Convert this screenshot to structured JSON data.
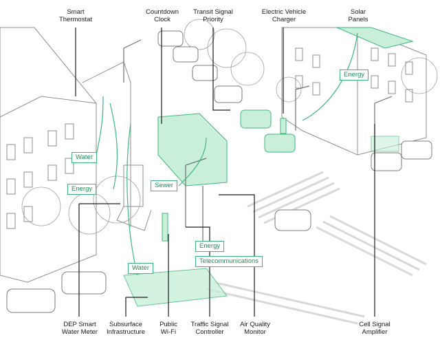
{
  "colors": {
    "accent": "#3bb77e",
    "accent_text": "#1f8f5a",
    "accent_fill": "#c9efd9",
    "line_art": "#9a9a9a",
    "label_text": "#1a1a1a"
  },
  "top_labels": {
    "smart_thermostat": "Smart\nThermostat",
    "countdown_clock": "Countdown\nClock",
    "transit_signal_priority": "Transit Signal\nPriority",
    "electric_vehicle_charger": "Electric Vehicle\nCharger",
    "solar_panels": "Solar\nPanels"
  },
  "bottom_labels": {
    "dep_smart_water_meter": "DEP Smart\nWater Meter",
    "subsurface_infrastructure": "Subsurface\nInfrastructure",
    "public_wifi": "Public\nWi-Fi",
    "traffic_signal_controller": "Traffic Signal\nController",
    "air_quality_monitor": "Air Quality\nMonitor",
    "cell_signal_amplifier": "Cell Signal\nAmplifier"
  },
  "tags": {
    "water_upper": "Water",
    "energy_left": "Energy",
    "sewer": "Sewer",
    "energy_right": "Energy",
    "energy_center": "Energy",
    "water_lower": "Water",
    "telecommunications": "Telecommunications"
  }
}
